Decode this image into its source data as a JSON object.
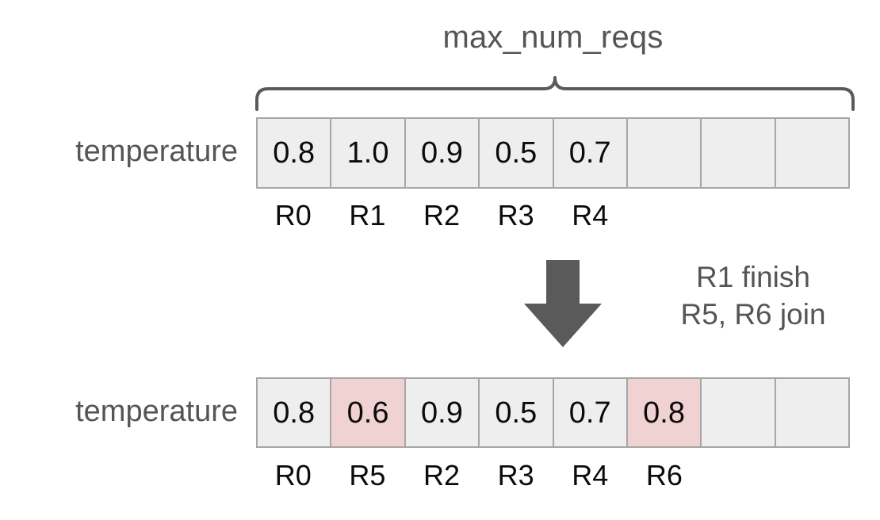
{
  "diagram": {
    "title": "max_num_reqs",
    "brace_icon": "curly-brace-icon",
    "arrow_icon": "down-arrow-icon",
    "colors": {
      "cell_fill": "#eeeeee",
      "cell_highlight": "#f1d2d2",
      "cell_border": "#a6a6a6",
      "label_text": "#555555",
      "value_text": "#0b0b0b",
      "arrow": "#5a5a5a",
      "background": "#ffffff"
    },
    "rows": [
      {
        "label": "temperature",
        "capacity": 8,
        "cells": [
          {
            "value": "0.8",
            "req": "R0",
            "highlight": false,
            "empty": false
          },
          {
            "value": "1.0",
            "req": "R1",
            "highlight": false,
            "empty": false
          },
          {
            "value": "0.9",
            "req": "R2",
            "highlight": false,
            "empty": false
          },
          {
            "value": "0.5",
            "req": "R3",
            "highlight": false,
            "empty": false
          },
          {
            "value": "0.7",
            "req": "R4",
            "highlight": false,
            "empty": false
          },
          {
            "value": "",
            "req": "",
            "highlight": false,
            "empty": true
          },
          {
            "value": "",
            "req": "",
            "highlight": false,
            "empty": true
          },
          {
            "value": "",
            "req": "",
            "highlight": false,
            "empty": true
          }
        ]
      },
      {
        "label": "temperature",
        "capacity": 8,
        "cells": [
          {
            "value": "0.8",
            "req": "R0",
            "highlight": false,
            "empty": false
          },
          {
            "value": "0.6",
            "req": "R5",
            "highlight": true,
            "empty": false
          },
          {
            "value": "0.9",
            "req": "R2",
            "highlight": false,
            "empty": false
          },
          {
            "value": "0.5",
            "req": "R3",
            "highlight": false,
            "empty": false
          },
          {
            "value": "0.7",
            "req": "R4",
            "highlight": false,
            "empty": false
          },
          {
            "value": "0.8",
            "req": "R6",
            "highlight": true,
            "empty": false
          },
          {
            "value": "",
            "req": "",
            "highlight": false,
            "empty": true
          },
          {
            "value": "",
            "req": "",
            "highlight": false,
            "empty": true
          }
        ]
      }
    ],
    "transition": {
      "line1": "R1 finish",
      "line2": "R5, R6 join"
    }
  }
}
